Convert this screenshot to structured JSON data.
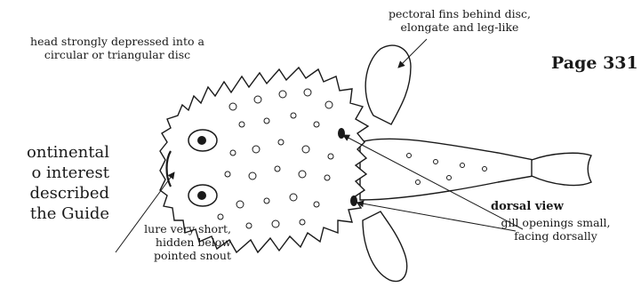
{
  "labels": {
    "head": [
      "head strongly depressed into a",
      "circular or triangular disc"
    ],
    "pectoral": [
      "pectoral fins behind disc,",
      "elongate and leg-like"
    ],
    "lure": [
      "lure very short,",
      "hidden below",
      "pointed snout"
    ],
    "gill": [
      "gill openings small,",
      "facing dorsally"
    ],
    "view": "dorsal view"
  },
  "page_number": "Page 331",
  "side_text": [
    "ontinental",
    "o interest",
    "described",
    "the Guide"
  ]
}
